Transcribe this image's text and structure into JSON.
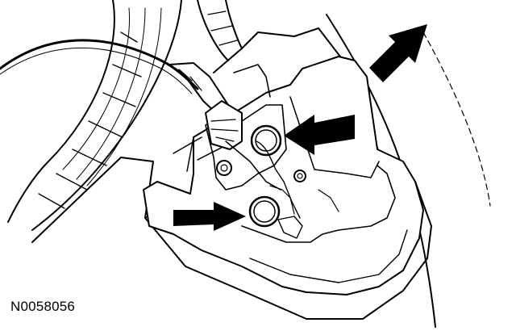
{
  "figure": {
    "id_label": "N0058056",
    "colors": {
      "line": "#000000",
      "fill": "#ffffff"
    },
    "arrow_count": 3,
    "fastener_count": 2
  }
}
